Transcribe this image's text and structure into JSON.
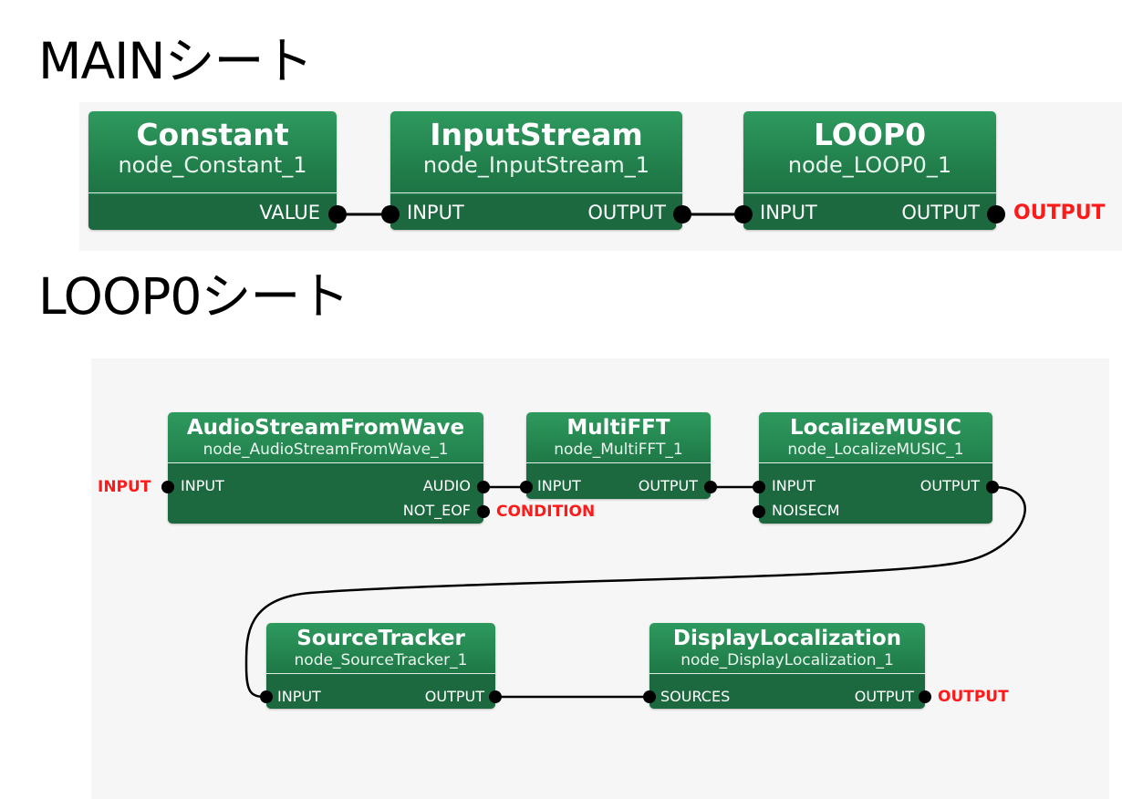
{
  "sheets": {
    "main_title": "MAINシート",
    "loop_title": "LOOP0シート"
  },
  "main": {
    "constant": {
      "type": "Constant",
      "name": "node_Constant_1",
      "out": "VALUE"
    },
    "inputstream": {
      "type": "InputStream",
      "name": "node_InputStream_1",
      "in": "INPUT",
      "out": "OUTPUT"
    },
    "loop0": {
      "type": "LOOP0",
      "name": "node_LOOP0_1",
      "in": "INPUT",
      "out": "OUTPUT"
    },
    "ext_output": "OUTPUT"
  },
  "loop": {
    "asfw": {
      "type": "AudioStreamFromWave",
      "name": "node_AudioStreamFromWave_1",
      "in": "INPUT",
      "out1": "AUDIO",
      "out2": "NOT_EOF"
    },
    "multifft": {
      "type": "MultiFFT",
      "name": "node_MultiFFT_1",
      "in": "INPUT",
      "out": "OUTPUT"
    },
    "localize": {
      "type": "LocalizeMUSIC",
      "name": "node_LocalizeMUSIC_1",
      "in1": "INPUT",
      "in2": "NOISECM",
      "out": "OUTPUT"
    },
    "tracker": {
      "type": "SourceTracker",
      "name": "node_SourceTracker_1",
      "in": "INPUT",
      "out": "OUTPUT"
    },
    "display": {
      "type": "DisplayLocalization",
      "name": "node_DisplayLocalization_1",
      "in": "SOURCES",
      "out": "OUTPUT"
    },
    "ext_input": "INPUT",
    "ext_condition": "CONDITION",
    "ext_output": "OUTPUT"
  },
  "colors": {
    "node_green": "#2e9a5e",
    "node_dark": "#1c6940",
    "external_label": "#ff1a1a",
    "canvas": "#f6f6f6",
    "wire": "#000000"
  }
}
